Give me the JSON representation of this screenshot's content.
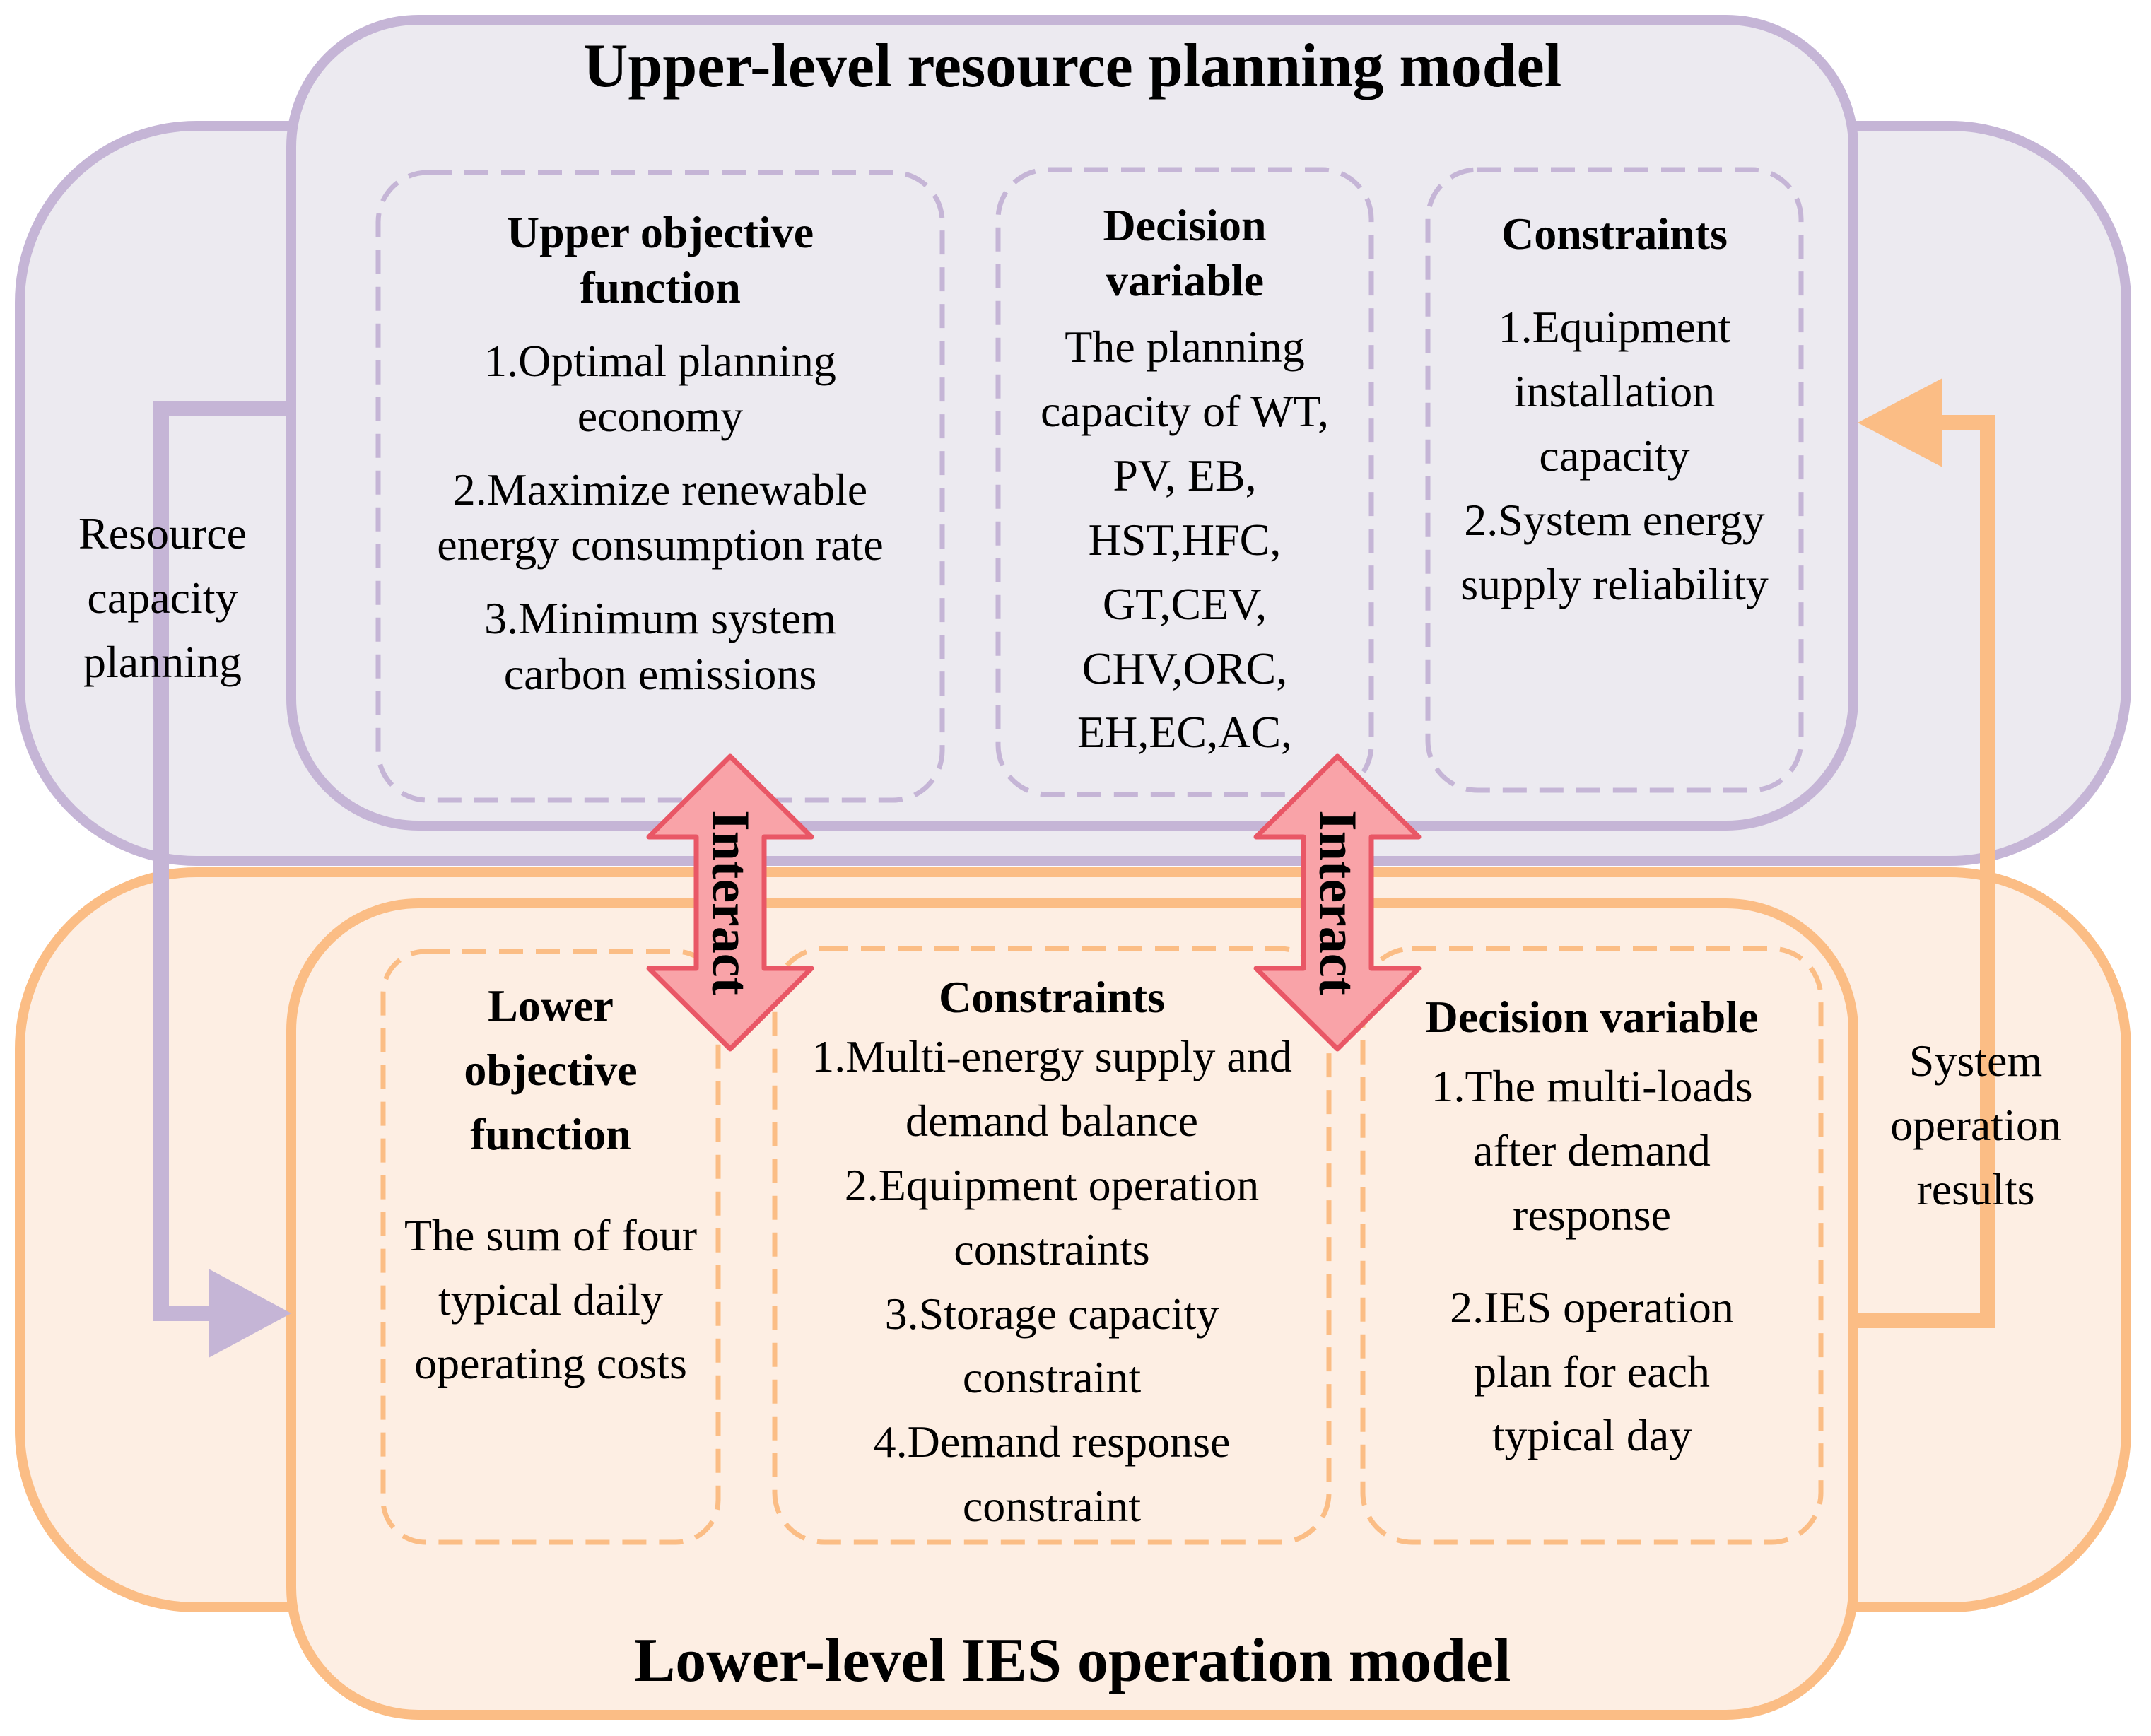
{
  "colors": {
    "upper_stroke": "#c5b5d6",
    "upper_fill": "#eceaf0",
    "upper_dash": "#c5b5d6",
    "lower_stroke": "#fbbd85",
    "lower_fill": "#fdeee3",
    "lower_dash": "#fbbd85",
    "interact_fill": "#f9a3a8",
    "interact_stroke": "#e95766"
  },
  "upper": {
    "title": "Upper-level resource planning model",
    "objective": {
      "heading": "Upper objective function",
      "items": [
        "1.Optimal planning economy",
        "2.Maximize renewable energy consumption rate",
        "3.Minimum system carbon emissions"
      ]
    },
    "decision": {
      "heading": "Decision variable",
      "text": "The planning capacity of WT, PV, EB, HST,HFC, GT,CEV, CHV,ORC, EH,EC,AC,"
    },
    "constraints": {
      "heading": "Constraints",
      "items": [
        "1.Equipment installation capacity",
        "2.System energy supply reliability"
      ]
    }
  },
  "lower": {
    "title": "Lower-level IES operation model",
    "objective": {
      "heading": "Lower objective function",
      "text": "The sum of four typical daily operating costs"
    },
    "constraints": {
      "heading": "Constraints",
      "items": [
        "1.Multi-energy supply and demand balance",
        "2.Equipment operation constraints",
        "3.Storage capacity constraint",
        "4.Demand response constraint"
      ]
    },
    "decision": {
      "heading": "Decision variable",
      "items": [
        "1.The multi-loads after demand response",
        "2.IES operation plan for each typical day"
      ]
    }
  },
  "side": {
    "left": "Resource capacity planning",
    "right": "System operation results"
  },
  "interact_label": "Interact"
}
